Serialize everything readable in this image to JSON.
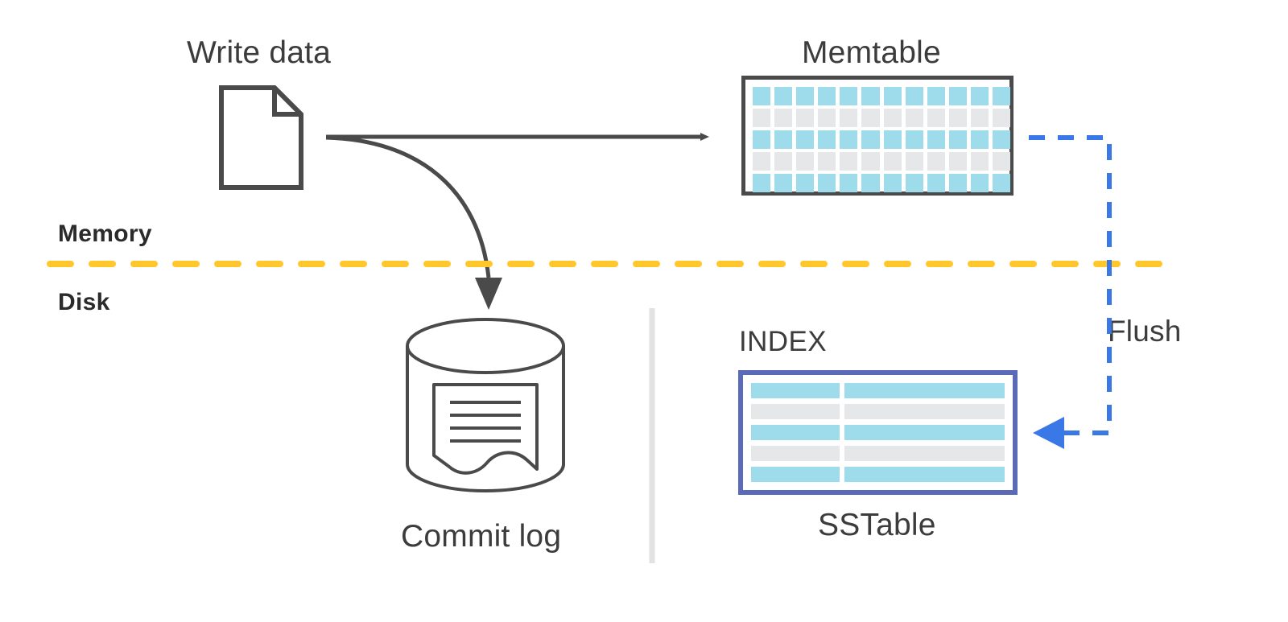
{
  "diagram": {
    "title": "LSM-tree write path",
    "background": "#ffffff"
  },
  "labels": {
    "write_data": "Write data",
    "memtable": "Memtable",
    "commit_log": "Commit log",
    "sstable": "SSTable",
    "index": "INDEX",
    "flush": "Flush",
    "memory": "Memory",
    "disk": "Disk"
  },
  "colors": {
    "stroke_dark": "#4a4a4a",
    "text": "#3c3c3c",
    "text_bold": "#2b2b2b",
    "cell_blue": "#9fdceb",
    "cell_gray": "#e6e7e8",
    "sstable_border": "#5b6ab8",
    "flush_blue": "#3b78e7",
    "boundary_yellow": "#ffc72c",
    "divider_gray": "#e2e2e2"
  },
  "memtable": {
    "rows": 5,
    "cols": 12,
    "row_colors": [
      "blue",
      "gray",
      "blue",
      "gray",
      "blue"
    ]
  },
  "sstable": {
    "rows": 5,
    "columns": 2,
    "row_colors": [
      "blue",
      "gray",
      "blue",
      "gray",
      "blue"
    ]
  },
  "boundary": {
    "style": "dashed",
    "orientation": "horizontal",
    "above": "Memory",
    "below": "Disk"
  },
  "connections": [
    {
      "name": "write-to-memtable",
      "from": "Write data",
      "to": "Memtable",
      "style": "solid",
      "color": "#4a4a4a"
    },
    {
      "name": "write-to-commitlog",
      "from": "Write data",
      "to": "Commit log",
      "style": "solid-curved",
      "color": "#4a4a4a"
    },
    {
      "name": "memtable-to-sstable",
      "from": "Memtable",
      "to": "SSTable",
      "style": "dashed",
      "color": "#3b78e7",
      "label": "Flush"
    }
  ]
}
